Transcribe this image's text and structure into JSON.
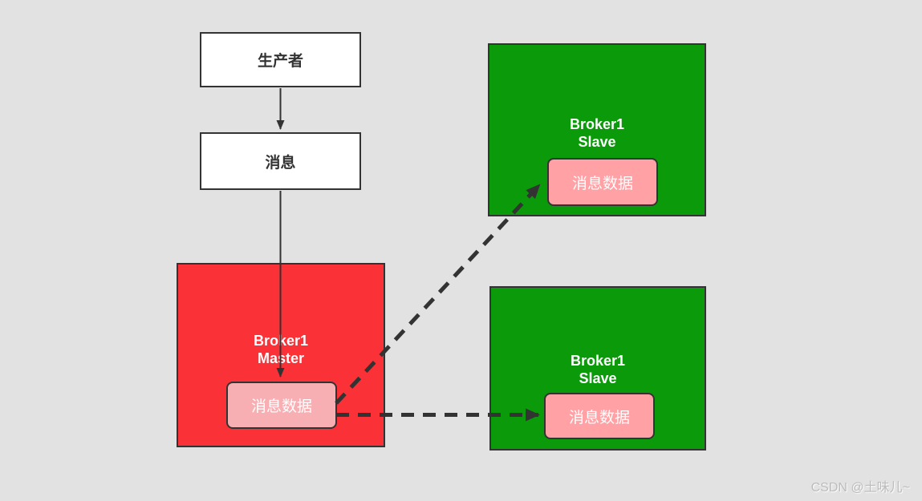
{
  "nodes": {
    "producer": {
      "label": "生产者"
    },
    "message": {
      "label": "消息"
    },
    "master": {
      "title_line1": "Broker1",
      "title_line2": "Master",
      "data_label": "消息数据"
    },
    "slave1": {
      "title_line1": "Broker1",
      "title_line2": "Slave",
      "data_label": "消息数据"
    },
    "slave2": {
      "title_line1": "Broker1",
      "title_line2": "Slave",
      "data_label": "消息数据"
    }
  },
  "edges": {
    "producer_to_message": "solid-arrow-down",
    "message_to_master_data": "solid-arrow-down",
    "master_data_to_slave1_data": "dashed-arrow-diagonal",
    "master_data_to_slave2_data": "dashed-arrow-horizontal"
  },
  "watermark": "CSDN @土味儿~",
  "colors": {
    "background": "#e2e2e2",
    "master_red": "#fa3237",
    "slave_green": "#0a9a0a",
    "data_pink_master": "#f8afb3",
    "data_pink_slave": "#ffa1a5",
    "border_dark": "#333333",
    "arrow": "#333333",
    "broker_title_text": "#ffffff",
    "data_label_text": "#ffffff",
    "node_label_text": "#333333",
    "watermark_text": "#bcbcbc"
  }
}
